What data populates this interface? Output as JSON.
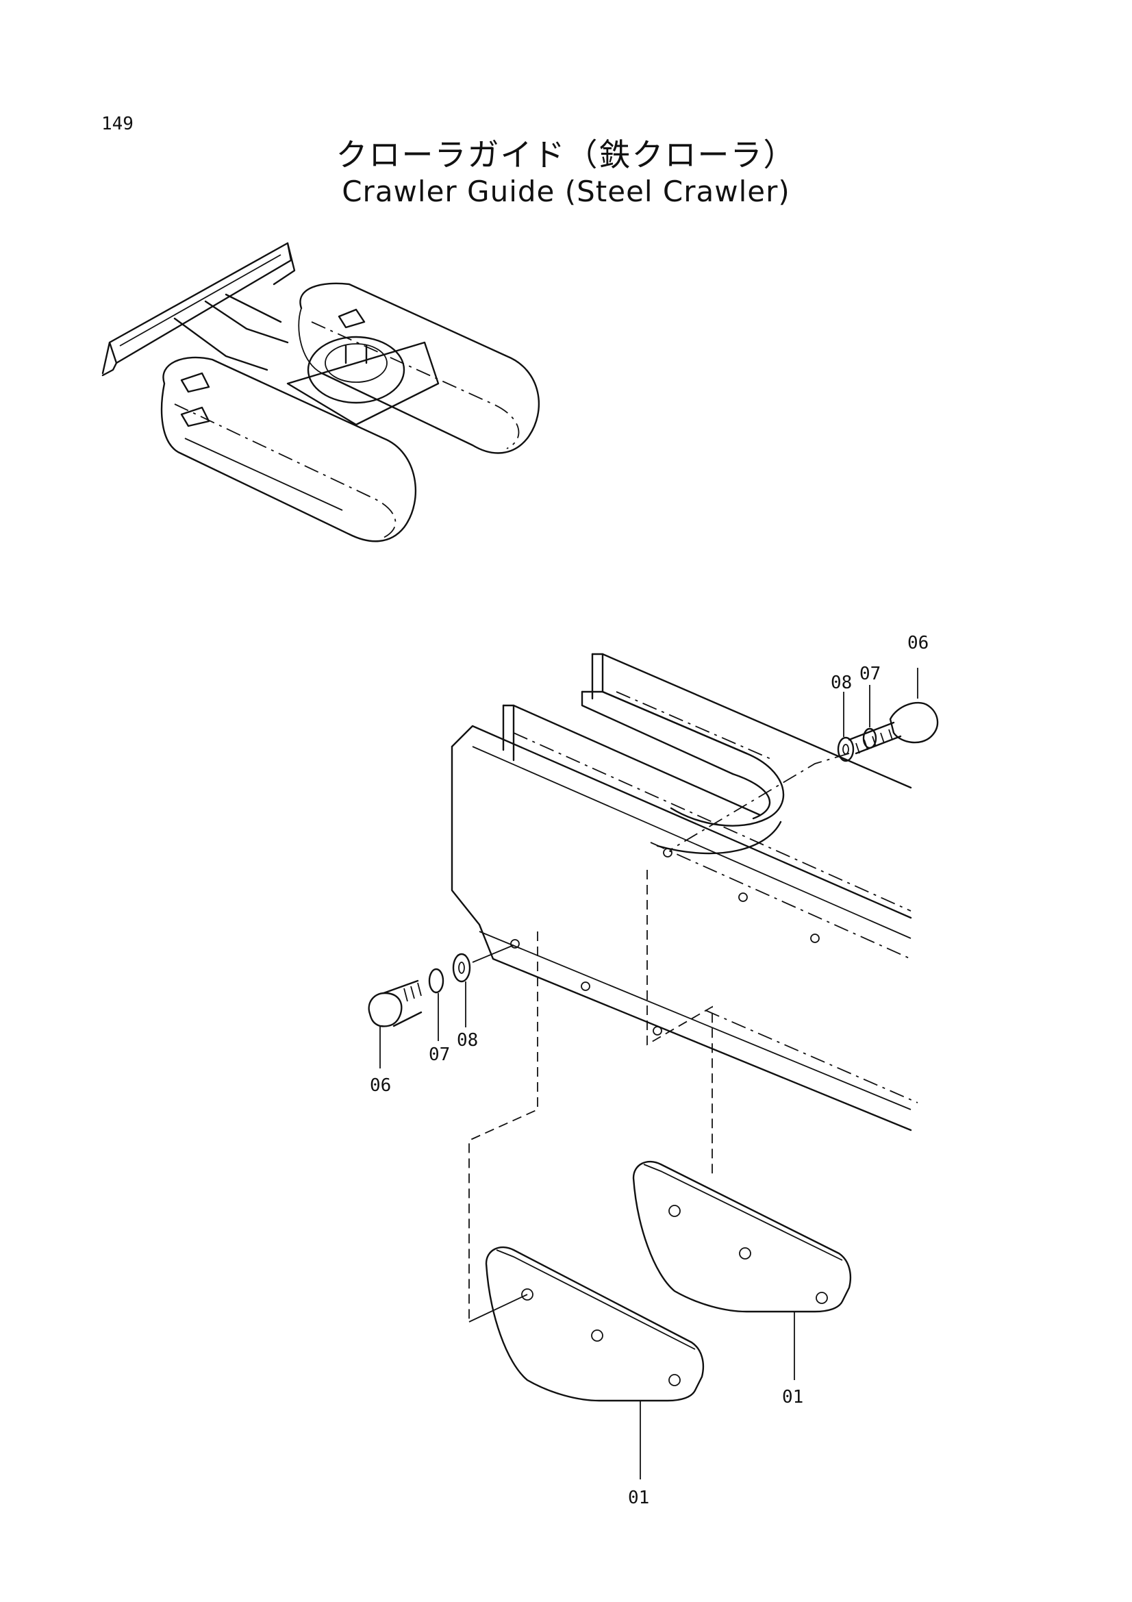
{
  "page_number": "149",
  "title_jp": "クローラガイド（鉄クローラ）",
  "title_en": "Crawler Guide (Steel Crawler)",
  "callouts": {
    "bolt_right": "06",
    "washer_right_07": "07",
    "washer_right_08": "08",
    "bolt_left": "06",
    "washer_left_07": "07",
    "washer_left_08": "08",
    "plate_front": "01",
    "plate_rear": "01"
  }
}
